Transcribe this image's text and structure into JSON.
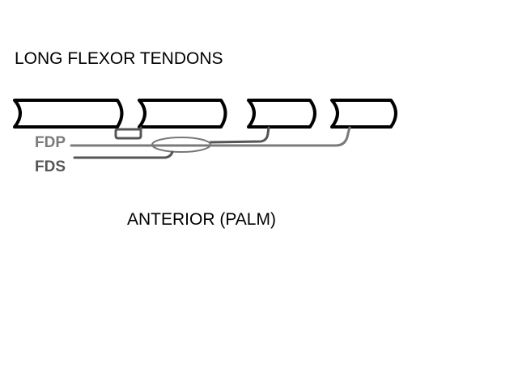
{
  "title": "LONG FLEXOR TENDONS",
  "labels": {
    "fdp": "FDP",
    "fds": "FDS"
  },
  "view_label": "ANTERIOR (PALM)",
  "colors": {
    "fdp": "#7a7a7a",
    "fds": "#555555",
    "bone": "#000000"
  }
}
